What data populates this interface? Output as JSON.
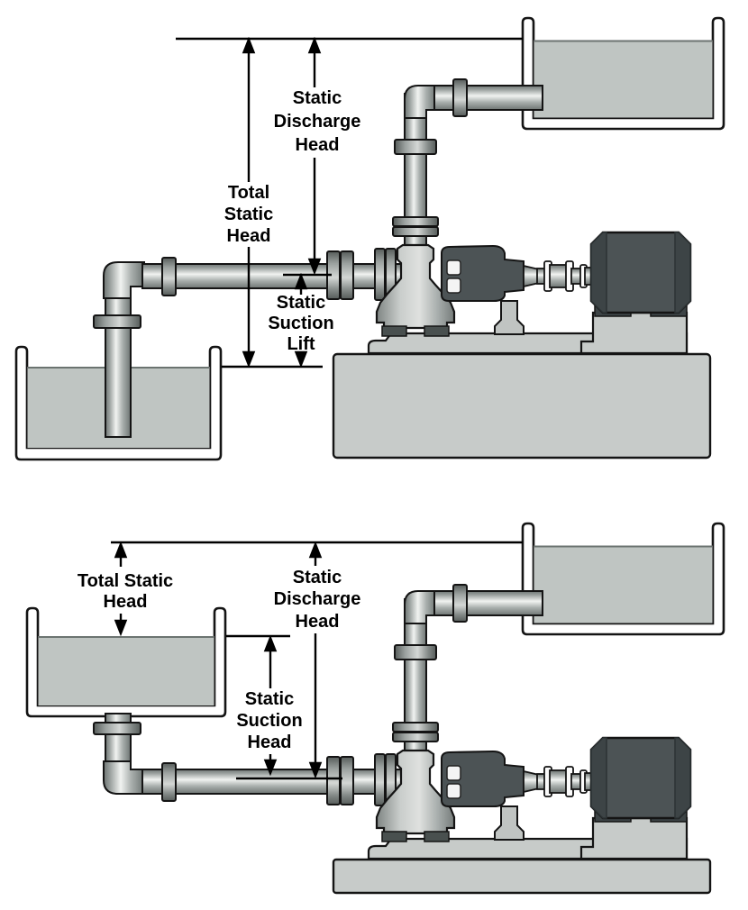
{
  "page": {
    "background": "#ffffff"
  },
  "diagrams": {
    "top": {
      "labels": {
        "static_discharge_head": {
          "lines": [
            "Static",
            "Discharge",
            "Head"
          ]
        },
        "total_static_head": {
          "lines": [
            "Total",
            "Static",
            "Head"
          ]
        },
        "static_suction_lift": {
          "lines": [
            "Static",
            "Suction",
            "Lift"
          ]
        }
      }
    },
    "bottom": {
      "labels": {
        "total_static_head": {
          "lines": [
            "Total Static",
            "Head"
          ]
        },
        "static_discharge_head": {
          "lines": [
            "Static",
            "Discharge",
            "Head"
          ]
        },
        "static_suction_head": {
          "lines": [
            "Static",
            "Suction",
            "Head"
          ]
        }
      }
    }
  },
  "colors": {
    "background": "#ffffff",
    "outline": "#141414",
    "label_text": "#000000",
    "water_fill": "#bfc5c2",
    "pipe_highlight": "#f1f3f1",
    "pipe_shadow": "#6d7472",
    "machine_dark": "#4c5355",
    "machine_darker": "#3d4446",
    "base_gray": "#c7cbc9"
  }
}
